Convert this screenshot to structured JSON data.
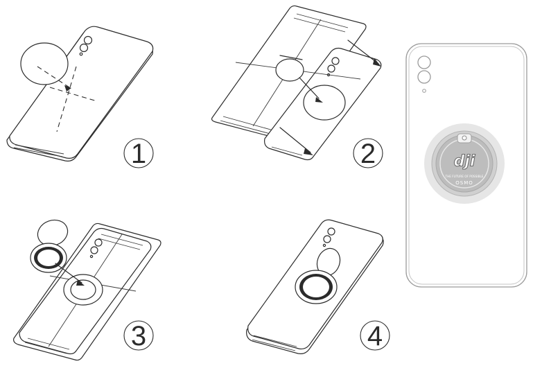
{
  "steps": [
    {
      "number": "1"
    },
    {
      "number": "2"
    },
    {
      "number": "3"
    },
    {
      "number": "4"
    }
  ],
  "logo": {
    "brand": "dji",
    "ring_caption": "THE FUTURE OF POSSIBLE",
    "ring_subtext": "OSMO"
  },
  "colors": {
    "line": "#2b2b2b",
    "background": "#ffffff",
    "disc_outer": "#e6e6e6",
    "disc_inner": "#bdbdbd",
    "phone_border": "#9a9a9a"
  }
}
